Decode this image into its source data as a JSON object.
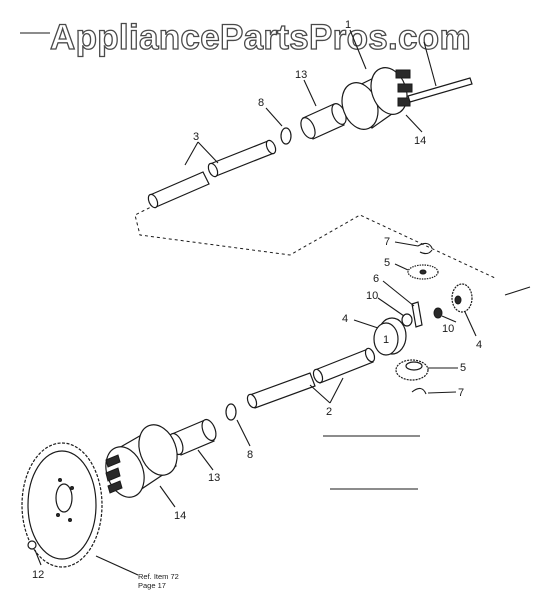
{
  "watermark": "AppliancePartsPros.com",
  "labels": {
    "p1": "1",
    "p13a": "13",
    "p8a": "8",
    "p3": "3",
    "p14a": "14",
    "p7a": "7",
    "p5a": "5",
    "p6": "6",
    "p10a": "10",
    "p4a": "4",
    "p10b": "10",
    "p4b": "4",
    "p5b": "5",
    "p7b": "7",
    "p2": "2",
    "p8b": "8",
    "p13b": "13",
    "p14b": "14",
    "p12": "12"
  },
  "reference": {
    "line1": "Ref. Item 72",
    "line2": "Page 17"
  },
  "colors": {
    "ink": "#1a1a1a",
    "background": "#ffffff"
  }
}
